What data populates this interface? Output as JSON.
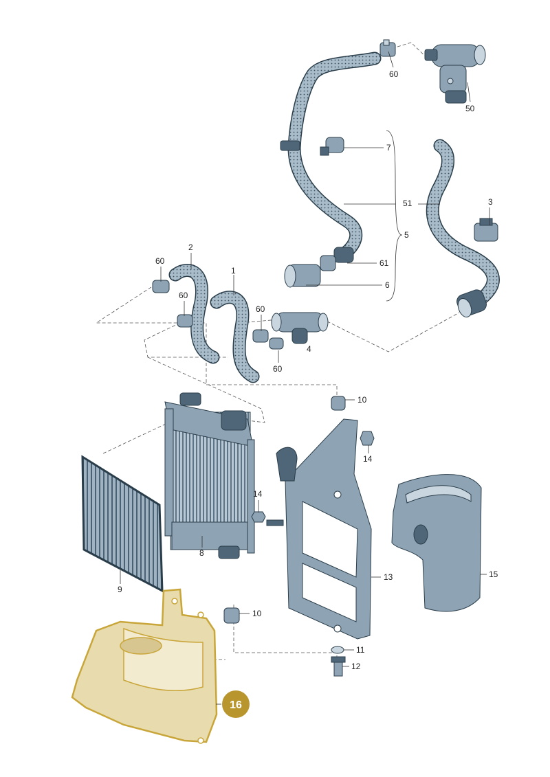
{
  "colors": {
    "part_fill": "#8ea4b4",
    "part_dark": "#4f6678",
    "part_light": "#c9d6df",
    "outline": "#2a3d4a",
    "highlight_fill": "#e8dcae",
    "highlight_stroke": "#c9a63a",
    "badge_fill": "#b8952d"
  },
  "callouts": {
    "c60_top": "60",
    "c50": "50",
    "c7": "7",
    "c51": "51",
    "c3": "3",
    "c5": "5",
    "c2": "2",
    "c60_left": "60",
    "c1": "1",
    "c60_mid": "60",
    "c61": "61",
    "c6": "6",
    "c60_right": "60",
    "c4": "4",
    "c60_bottom": "60",
    "c10_top": "10",
    "c14_right": "14",
    "c14_left": "14",
    "c8": "8",
    "c9": "9",
    "c13": "13",
    "c15": "15",
    "c10_bottom": "10",
    "c11": "11",
    "c12": "12",
    "c16": "16"
  }
}
